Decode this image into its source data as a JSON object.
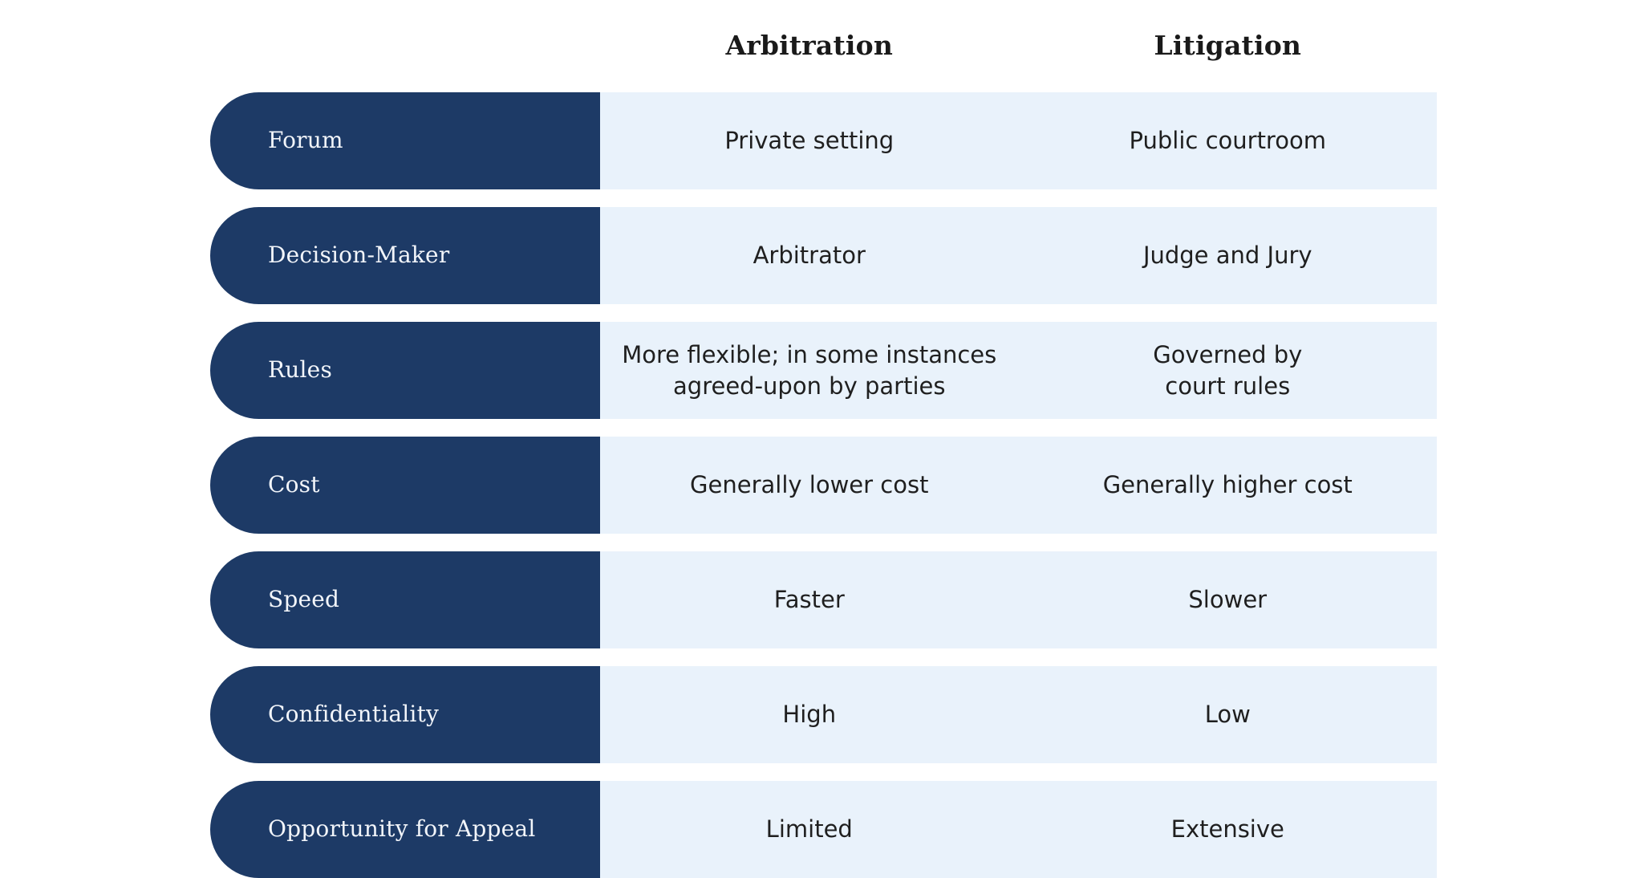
{
  "table": {
    "columns": [
      "",
      "Arbitration",
      "Litigation"
    ],
    "headers": {
      "arbitration": "Arbitration",
      "litigation": "Litigation"
    },
    "colors": {
      "label_background": "#1d3a66",
      "label_text": "#f2f5fa",
      "value_background": "#e9f2fb",
      "value_text": "#1f1f1f",
      "page_background": "#ffffff",
      "header_text": "#1a1a1a"
    },
    "rows": [
      {
        "label": "Forum",
        "arbitration": "Private setting",
        "litigation": "Public courtroom"
      },
      {
        "label": "Decision-Maker",
        "arbitration": "Arbitrator",
        "litigation": "Judge and Jury"
      },
      {
        "label": "Rules",
        "arbitration": "More flexible; in some instances\nagreed-upon by parties",
        "litigation": "Governed by\ncourt rules"
      },
      {
        "label": "Cost",
        "arbitration": "Generally lower cost",
        "litigation": "Generally higher cost"
      },
      {
        "label": "Speed",
        "arbitration": "Faster",
        "litigation": "Slower"
      },
      {
        "label": "Confidentiality",
        "arbitration": "High",
        "litigation": "Low"
      },
      {
        "label": "Opportunity for Appeal",
        "arbitration": "Limited",
        "litigation": "Extensive"
      }
    ]
  }
}
